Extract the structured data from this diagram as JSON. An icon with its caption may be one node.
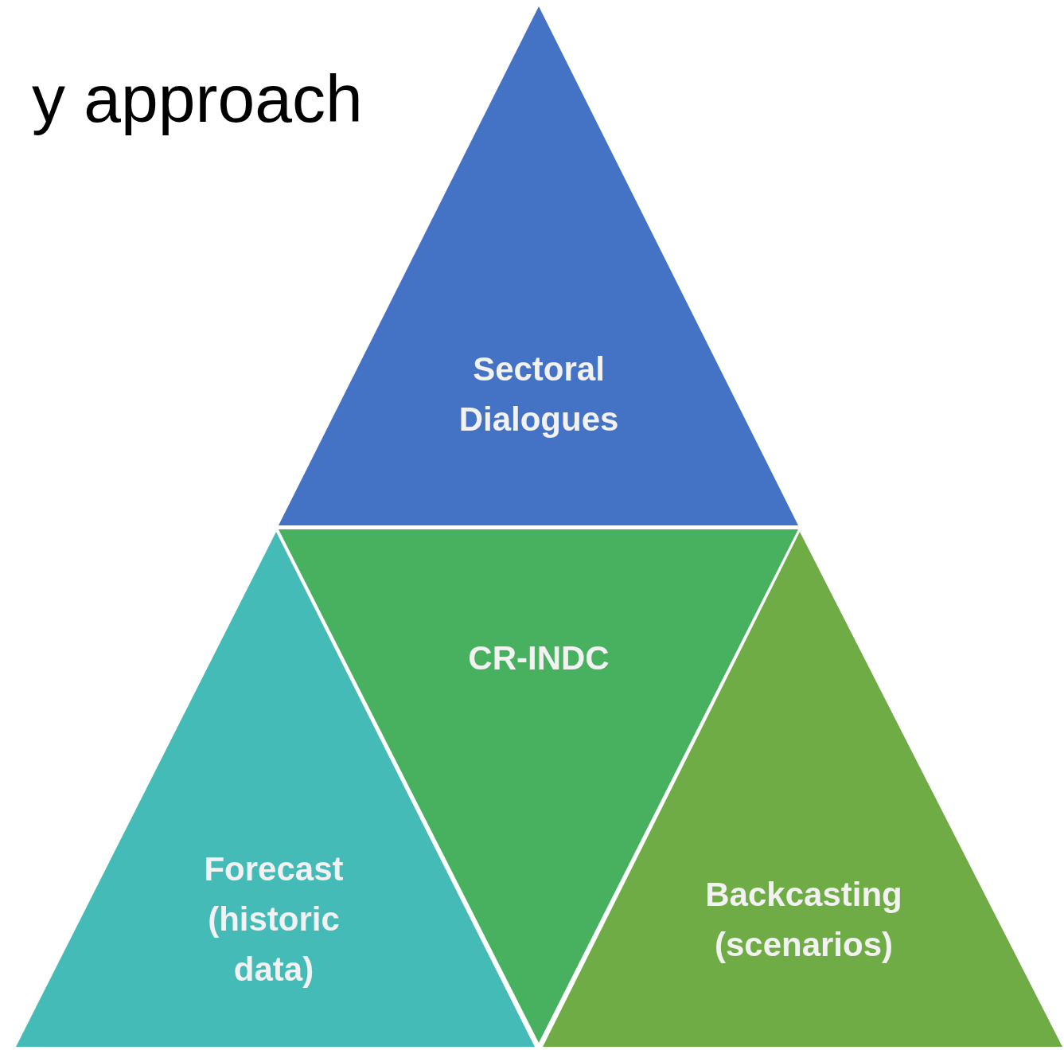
{
  "diagram": {
    "title": "y approach",
    "nodes": [
      {
        "text": [
          "Sectoral Dialogues"
        ]
      },
      {
        "text": [
          "Forecast (historic data)"
        ]
      },
      {
        "text": [
          "CR-INDC"
        ]
      },
      {
        "text": [
          "Backcasting (scenarios)"
        ]
      }
    ]
  }
}
